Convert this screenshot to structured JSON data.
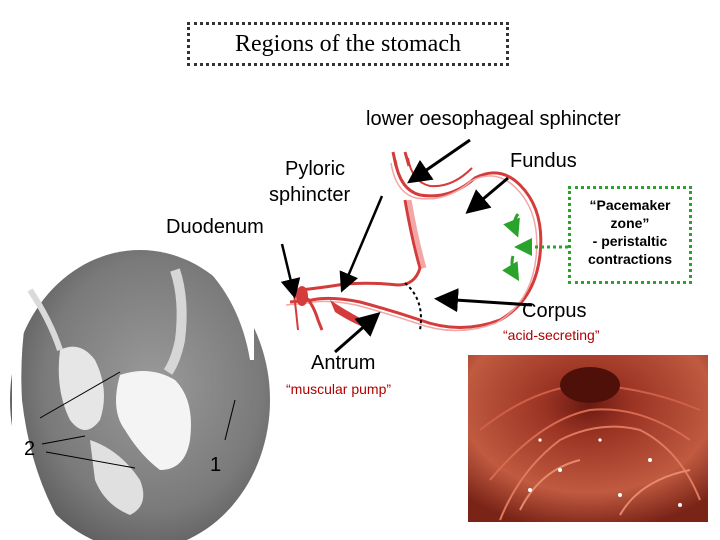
{
  "title": "Regions of the stomach",
  "labels": {
    "les": "lower oesophageal sphincter",
    "pyloric_line1": "Pyloric",
    "pyloric_line2": "sphincter",
    "duodenum": "Duodenum",
    "fundus": "Fundus",
    "corpus": "Corpus",
    "corpus_note": "“acid-secreting”",
    "antrum": "Antrum",
    "antrum_note": "“muscular pump”"
  },
  "pacemaker": {
    "line1": "“Pacemaker",
    "line2": "zone”",
    "line3": "- peristaltic",
    "line4": "contractions"
  },
  "xray": {
    "marker1": "1",
    "marker2": "2"
  },
  "colors": {
    "stomach_fill": "#f3a6a6",
    "stomach_dark": "#d43b3b",
    "pacemaker_border": "#2aa32a",
    "note_red": "#b00000",
    "endoscopy": "#b5412e"
  }
}
